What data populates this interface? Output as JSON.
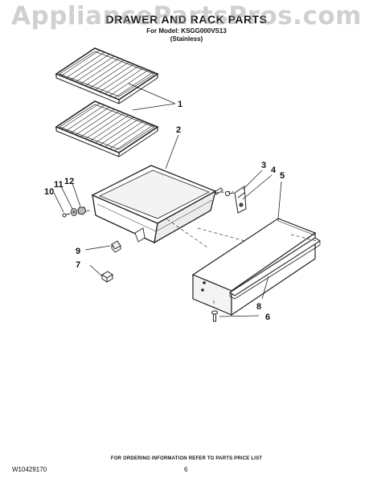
{
  "watermark": "AppliancePartsPros.com",
  "header": {
    "title": "DRAWER AND RACK PARTS",
    "model_line": "For Model: KSGG000VS13",
    "finish": "(Stainless)"
  },
  "callouts": [
    "1",
    "2",
    "3",
    "4",
    "5",
    "6",
    "7",
    "8",
    "9",
    "10",
    "11",
    "12"
  ],
  "footer": {
    "note": "FOR ORDERING INFORMATION REFER TO PARTS PRICE LIST",
    "doc_number": "W10429170",
    "page_number": "6"
  }
}
